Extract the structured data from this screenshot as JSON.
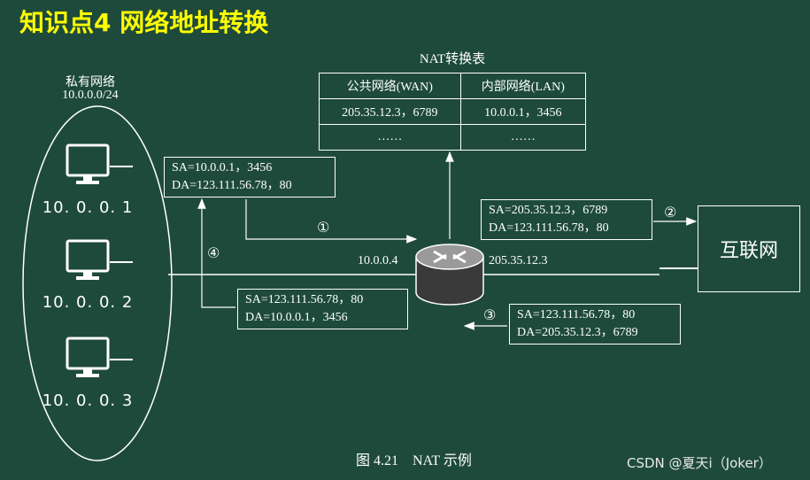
{
  "title": "知识点4  网络地址转换",
  "private_net": {
    "label": "私有网络",
    "subnet": "10.0.0.0/24"
  },
  "hosts": [
    {
      "ip": "10.  0.  0.  1",
      "icon": "monitor-icon"
    },
    {
      "ip": "10.  0.  0.  2",
      "icon": "monitor-icon"
    },
    {
      "ip": "10.  0.  0.  3",
      "icon": "monitor-icon"
    }
  ],
  "nat_table": {
    "caption": "NAT转换表",
    "headers": [
      "公共网络(WAN)",
      "内部网络(LAN)"
    ],
    "rows": [
      [
        "205.35.12.3，6789",
        "10.0.0.1，3456"
      ],
      [
        "……",
        "……"
      ]
    ]
  },
  "packets": {
    "p1": {
      "sa": "SA=10.0.0.1，3456",
      "da": "DA=123.111.56.78，80",
      "step": "①"
    },
    "p2": {
      "sa": "SA=205.35.12.3，6789",
      "da": "DA=123.111.56.78，80",
      "step": "②"
    },
    "p3": {
      "sa": "SA=123.111.56.78，80",
      "da": "DA=205.35.12.3，6789",
      "step": "③"
    },
    "p4": {
      "sa": "SA=123.111.56.78，80",
      "da": "DA=10.0.0.1，3456",
      "step": "④"
    }
  },
  "router": {
    "lan_ip": "10.0.0.4",
    "wan_ip": "205.35.12.3",
    "icon": "router-icon"
  },
  "internet": {
    "label": "互联网"
  },
  "figure_caption": "图 4.21    NAT 示例",
  "watermark": "CSDN @夏天i（Joker）",
  "colors": {
    "background": "#1e4a3c",
    "title": "#ffff00",
    "line": "#ffffff"
  }
}
